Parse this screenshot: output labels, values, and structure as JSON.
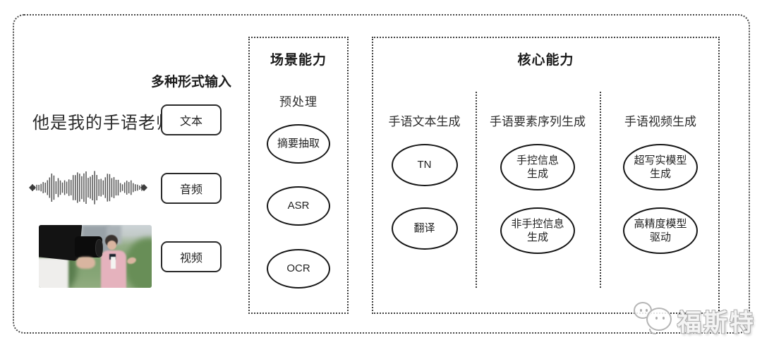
{
  "inputs": {
    "heading": "多种形式输入",
    "sample_text": "他是我的手语老师",
    "types": [
      {
        "label": "文本"
      },
      {
        "label": "音频"
      },
      {
        "label": "视频"
      }
    ]
  },
  "scene": {
    "title": "场景能力",
    "subtitle": "预处理",
    "items": [
      "摘要抽取",
      "ASR",
      "OCR"
    ]
  },
  "core": {
    "title": "核心能力",
    "columns": [
      {
        "header": "手语文本生成",
        "items": [
          "TN",
          "翻译"
        ]
      },
      {
        "header": "手语要素序列生成",
        "items": [
          "手控信息\n生成",
          "非手控信息\n生成"
        ]
      },
      {
        "header": "手语视频生成",
        "items": [
          "超写实模型\n生成",
          "高精度模型\n驱动"
        ]
      }
    ]
  },
  "watermark": {
    "text": "福斯特"
  },
  "colors": {
    "line": "#3f3f3f",
    "shape_border": "#161616",
    "text": "#2b2b2b",
    "watermark": "#b5b5b5"
  }
}
